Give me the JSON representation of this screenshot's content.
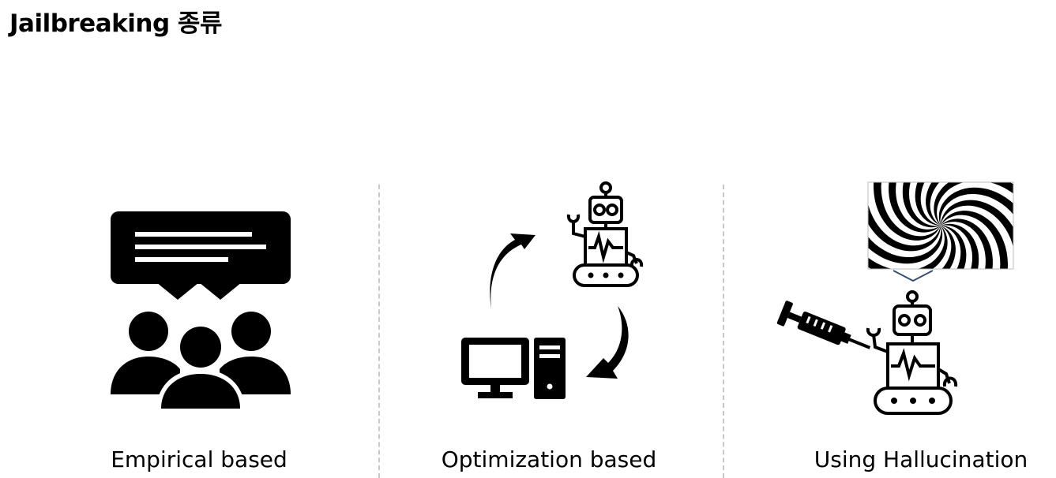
{
  "title": "Jailbreaking 종류",
  "columns": [
    {
      "label": "Empirical based",
      "icon": "people-chat-icon"
    },
    {
      "label": "Optimization based",
      "icon": "computer-robot-cycle-icon"
    },
    {
      "label": "Using Hallucination",
      "icon": "robot-syringe-hypnosis-icon"
    }
  ],
  "colors": {
    "ink": "#000000",
    "divider": "#c8c8c8",
    "background": "#ffffff"
  }
}
